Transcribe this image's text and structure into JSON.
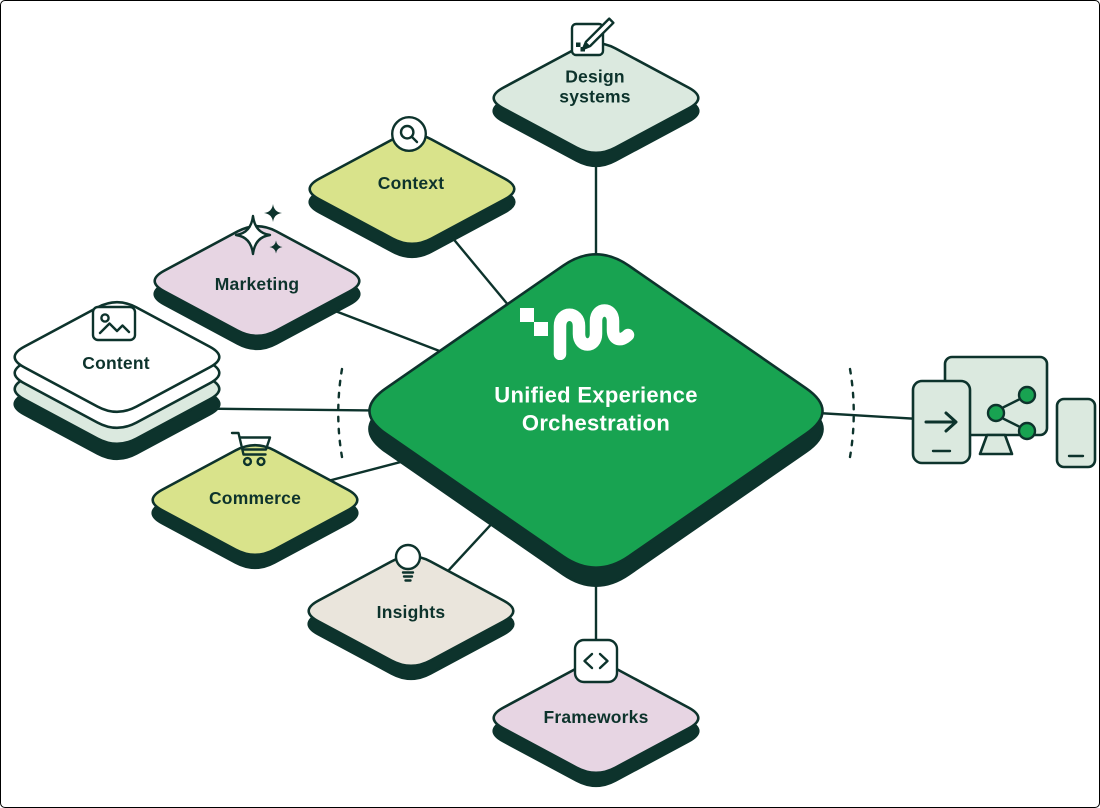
{
  "colors": {
    "dark": "#0d332c",
    "green": "#18a351",
    "mint": "#dbe9df",
    "chartreuse": "#d9e38b",
    "pink": "#e7d5e3",
    "beige": "#eae5dc",
    "white": "#ffffff"
  },
  "center": {
    "logo": "uniform-wave-logo",
    "title_lines": [
      "Unified Experience",
      "Orchestration"
    ]
  },
  "nodes": [
    {
      "id": "design-systems",
      "label": "Design systems",
      "icon": "edit-note-icon",
      "color": "mint"
    },
    {
      "id": "context",
      "label": "Context",
      "icon": "search-icon",
      "color": "chartreuse"
    },
    {
      "id": "marketing",
      "label": "Marketing",
      "icon": "sparkles-icon",
      "color": "pink"
    },
    {
      "id": "content",
      "label": "Content",
      "icon": "image-icon",
      "color": "white"
    },
    {
      "id": "commerce",
      "label": "Commerce",
      "icon": "cart-icon",
      "color": "chartreuse"
    },
    {
      "id": "insights",
      "label": "Insights",
      "icon": "lightbulb-icon",
      "color": "beige"
    },
    {
      "id": "frameworks",
      "label": "Frameworks",
      "icon": "code-icon",
      "color": "pink"
    }
  ],
  "output": {
    "icons": [
      "arrow-right-icon",
      "tablet-icon",
      "monitor-icon",
      "phone-icon",
      "share-network-icon"
    ]
  }
}
